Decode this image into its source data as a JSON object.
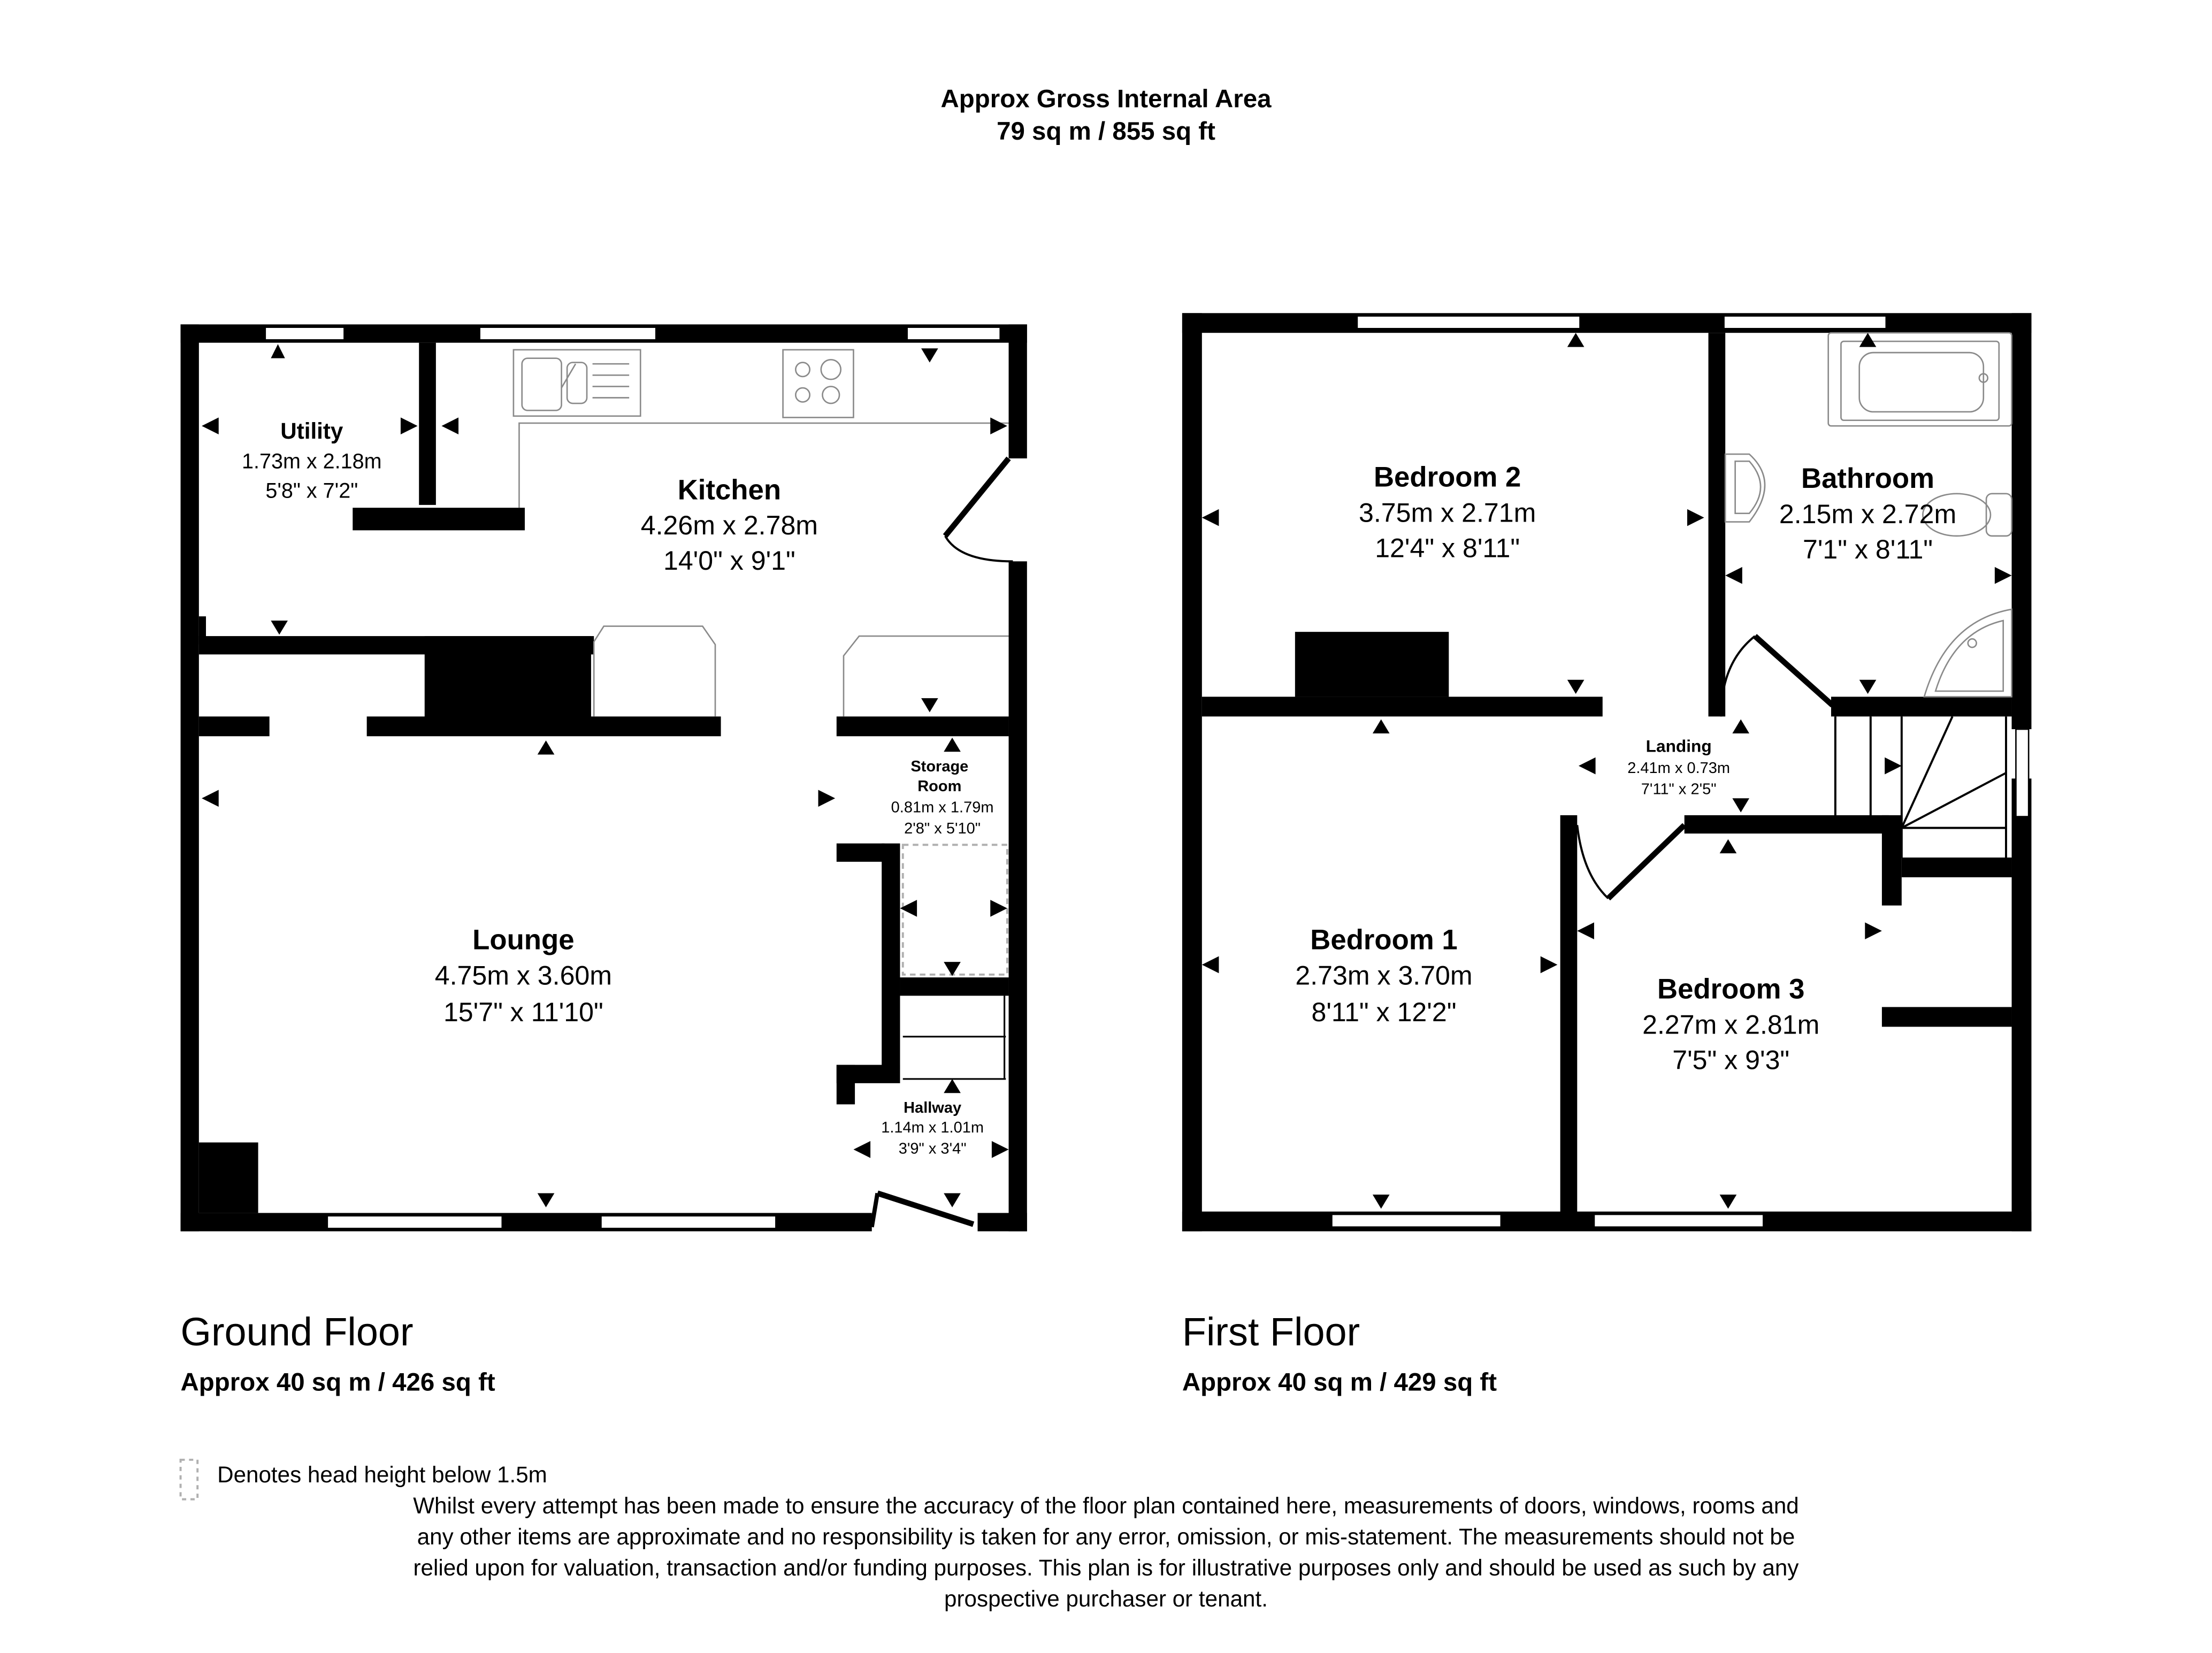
{
  "header": {
    "title": "Approx Gross Internal Area",
    "total_area": "79 sq m / 855 sq ft"
  },
  "floors": [
    {
      "name": "Ground Floor",
      "area": "Approx 40 sq m / 426 sq ft",
      "rooms": [
        {
          "name": "Utility",
          "metric": "1.73m x 2.18m",
          "imperial": "5'8\" x 7'2\""
        },
        {
          "name": "Kitchen",
          "metric": "4.26m x 2.78m",
          "imperial": "14'0\" x 9'1\""
        },
        {
          "name": "Storage Room",
          "name_line1": "Storage",
          "name_line2": "Room",
          "metric": "0.81m x 1.79m",
          "imperial": "2'8\" x 5'10\""
        },
        {
          "name": "Lounge",
          "metric": "4.75m x 3.60m",
          "imperial": "15'7\" x 11'10\""
        },
        {
          "name": "Hallway",
          "metric": "1.14m x 1.01m",
          "imperial": "3'9\" x 3'4\""
        }
      ]
    },
    {
      "name": "First Floor",
      "area": "Approx 40 sq m / 429 sq ft",
      "rooms": [
        {
          "name": "Bedroom 2",
          "metric": "3.75m x 2.71m",
          "imperial": "12'4\" x 8'11\""
        },
        {
          "name": "Bathroom",
          "metric": "2.15m x 2.72m",
          "imperial": "7'1\" x 8'11\""
        },
        {
          "name": "Landing",
          "metric": "2.41m x 0.73m",
          "imperial": "7'11\" x 2'5\""
        },
        {
          "name": "Bedroom 1",
          "metric": "2.73m x 3.70m",
          "imperial": "8'11\" x 12'2\""
        },
        {
          "name": "Bedroom 3",
          "metric": "2.27m x 2.81m",
          "imperial": "7'5\" x 9'3\""
        }
      ]
    }
  ],
  "legend": {
    "icon": "dashed-box-icon",
    "text": "Denotes head height below 1.5m"
  },
  "disclaimer": {
    "lines": [
      "Whilst every attempt has been made to ensure the accuracy of the floor plan contained here, measurements of doors, windows, rooms and",
      "any other items are approximate and no responsibility is taken for any error, omission, or mis-statement. The measurements should not be",
      "relied upon for valuation, transaction and/or funding purposes. This plan is for illustrative purposes only and should be used as such by any",
      "prospective purchaser or tenant."
    ]
  },
  "colors": {
    "wall": "#000000",
    "fixture": "#8a8a8a",
    "background": "#ffffff",
    "low_headroom": "#b0b0b0"
  }
}
